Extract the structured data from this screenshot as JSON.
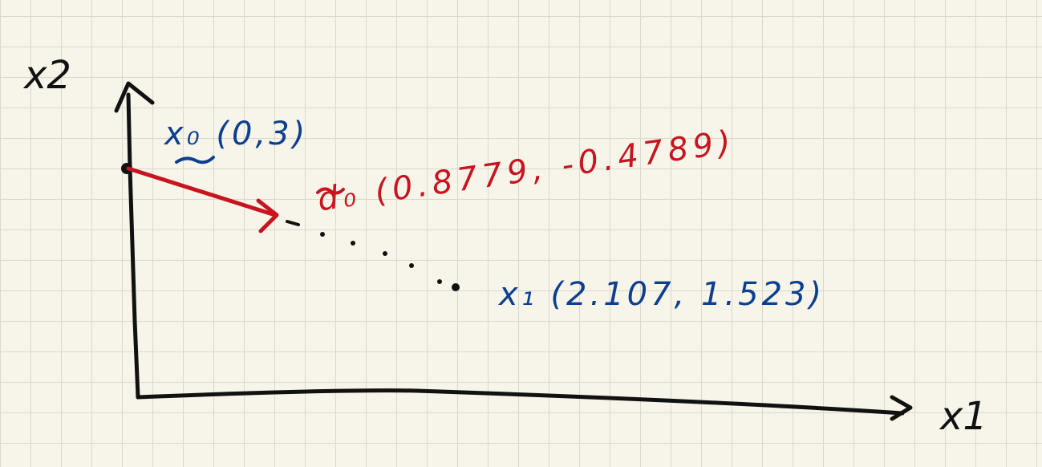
{
  "diagram": {
    "axis_x_label": "x1",
    "axis_y_label": "x2",
    "start_point_label": "x₀ (0,3)",
    "direction_label": "d₀ (0.8779, -0.4789)",
    "end_point_label": "x₁ (2.107, 1.523)",
    "colors": {
      "axes": "#111111",
      "blue_ink": "#0d3f8f",
      "red_ink": "#c8141e",
      "grid": "#d9d8cf",
      "paper": "#f7f5ea"
    }
  }
}
